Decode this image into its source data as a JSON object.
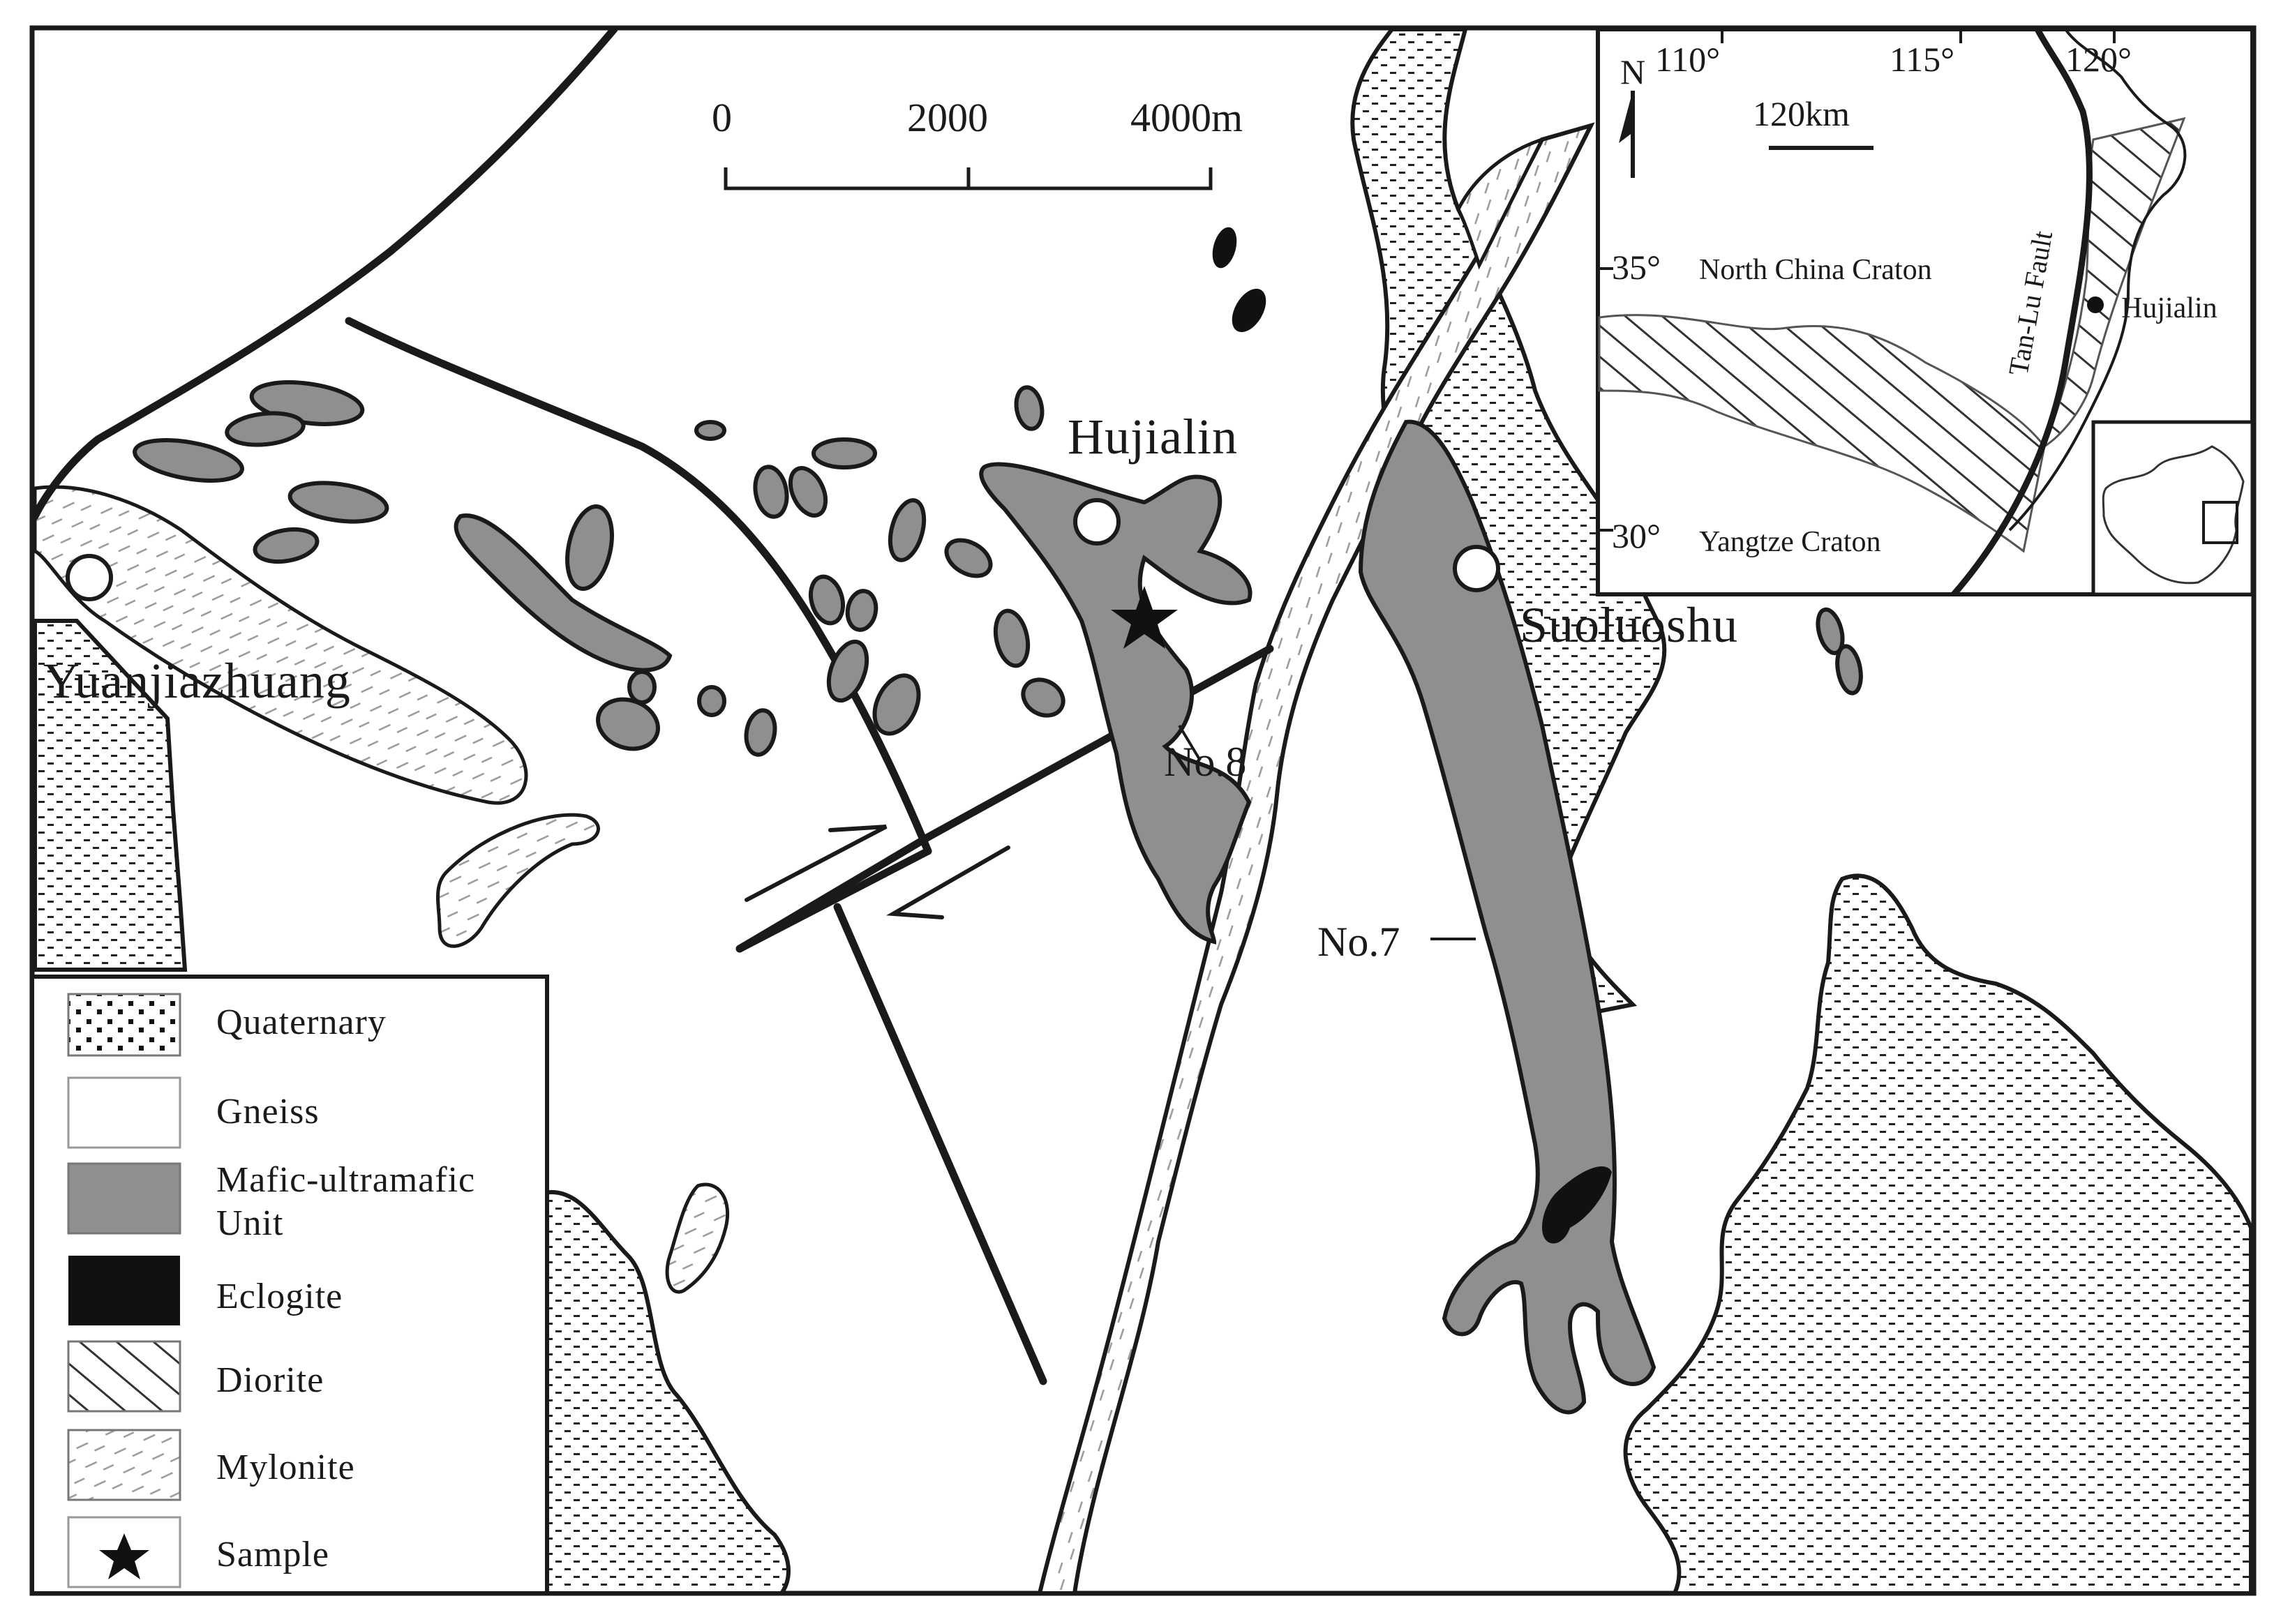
{
  "figure": {
    "places": {
      "yuanjiazhuang": "Yuanjiazhuang",
      "hujialin": "Hujialin",
      "suoluoshu": "Suoluoshu"
    },
    "bodies": {
      "no8": "No.8",
      "no7": "No.7"
    },
    "scale_bar": {
      "ticks": [
        "0",
        "2000",
        "4000m"
      ]
    },
    "inset": {
      "north": "N",
      "longitudes": [
        "110°",
        "115°",
        "120°"
      ],
      "scale": "120km",
      "lat35": "35°",
      "lat30": "30°",
      "north_china": "North  China Craton",
      "yangtze": "Yangtze  Craton",
      "fault": "Tan-Lu Fault",
      "site": "Hujialin"
    },
    "legend": {
      "items": [
        {
          "label": "Quaternary"
        },
        {
          "label": "Gneiss"
        },
        {
          "label": "Mafic-ultramafic"
        },
        {
          "label": "Unit"
        },
        {
          "label": "Eclogite"
        },
        {
          "label": "Diorite"
        },
        {
          "label": "Mylonite"
        },
        {
          "label": "Sample"
        }
      ]
    },
    "colors": {
      "mafic": "#8f8f8f",
      "eclogite": "#111111",
      "line": "#1a1a1a",
      "paper": "#ffffff"
    },
    "icons": [
      "star-icon",
      "north-arrow-icon",
      "location-dot-icon"
    ]
  }
}
